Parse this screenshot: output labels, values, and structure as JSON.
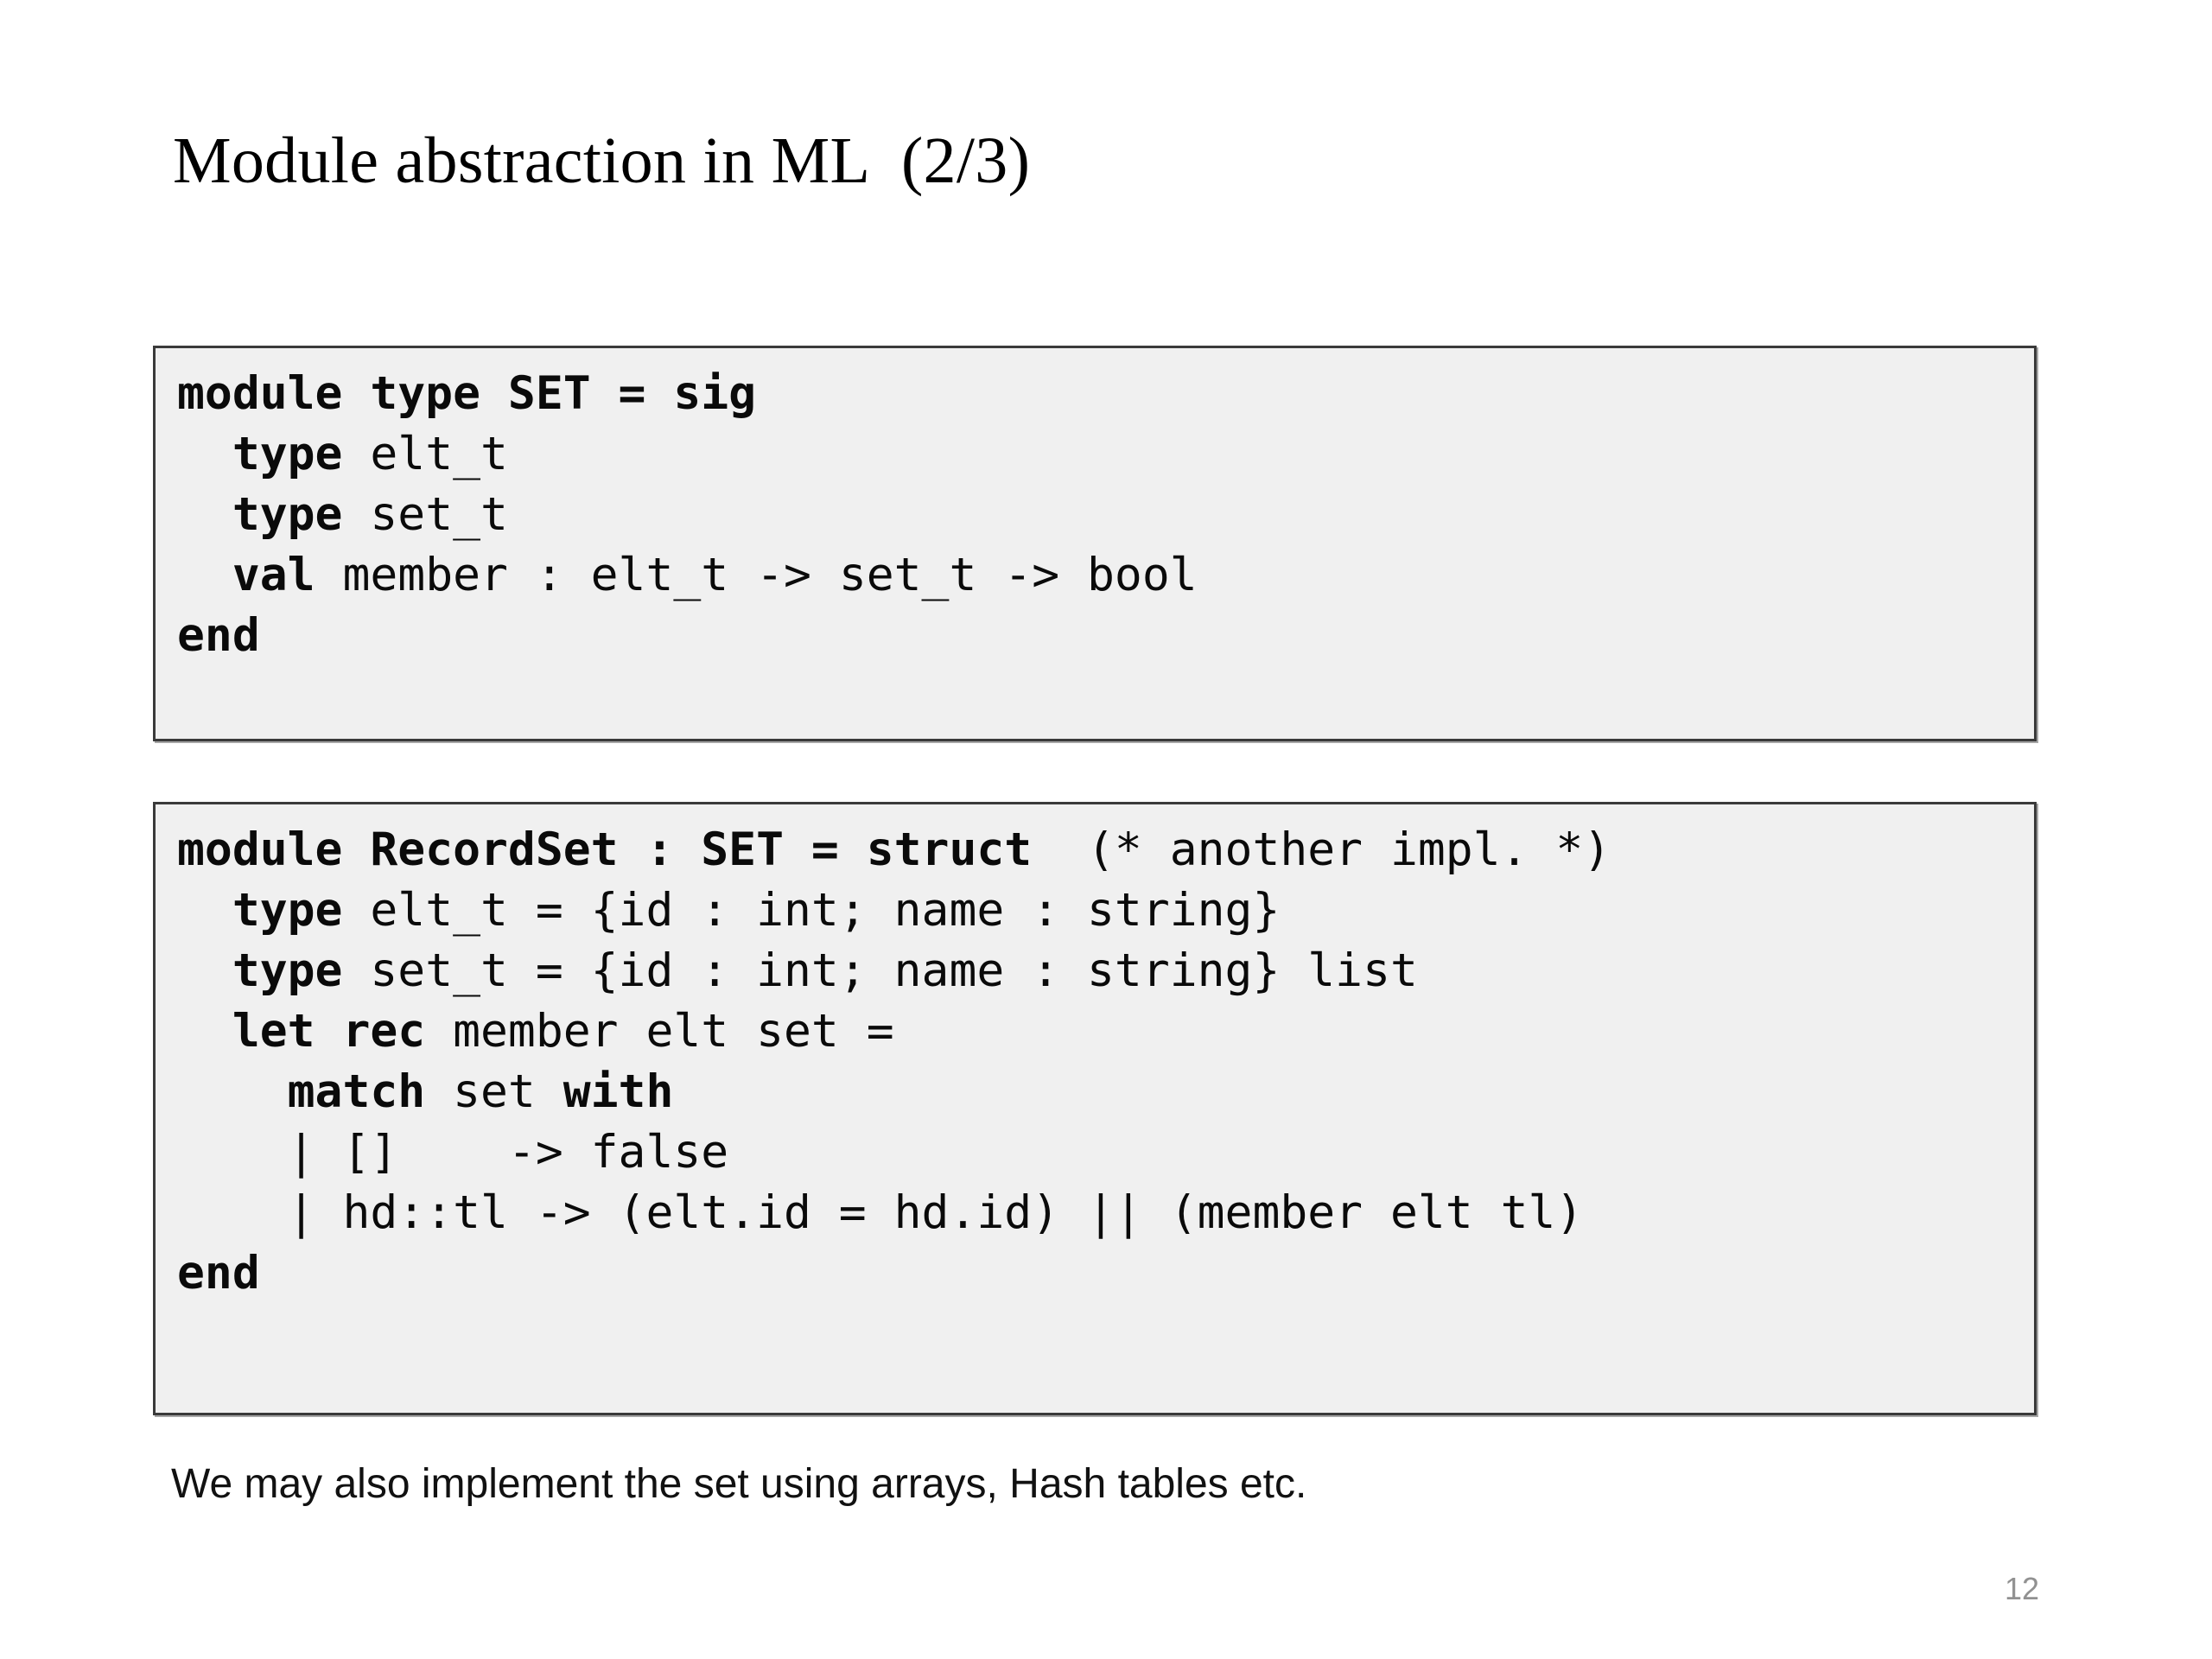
{
  "slide": {
    "title": "Module abstraction in ML  (2/3)",
    "caption": "We may also implement the set using arrays, Hash tables etc.",
    "page_number": "12",
    "colors": {
      "background": "#ffffff",
      "code_box_fill": "#f0f0f0",
      "code_box_border": "#3a3a3a",
      "text": "#000000",
      "page_number": "#919191"
    }
  },
  "code_blocks": [
    {
      "name": "signature-block",
      "lines": [
        [
          {
            "t": "module type SET = sig",
            "b": true
          }
        ],
        [
          {
            "t": "  ",
            "b": false
          },
          {
            "t": "type",
            "b": true
          },
          {
            "t": " elt_t",
            "b": false
          }
        ],
        [
          {
            "t": "  ",
            "b": false
          },
          {
            "t": "type",
            "b": true
          },
          {
            "t": " set_t",
            "b": false
          }
        ],
        [
          {
            "t": "  ",
            "b": false
          },
          {
            "t": "val",
            "b": true
          },
          {
            "t": " member : elt_t -> set_t -> bool",
            "b": false
          }
        ],
        [
          {
            "t": "end",
            "b": true
          }
        ]
      ]
    },
    {
      "name": "implementation-block",
      "lines": [
        [
          {
            "t": "module RecordSet : SET = struct",
            "b": true
          },
          {
            "t": "  (* another impl. *)",
            "b": false
          }
        ],
        [
          {
            "t": "  ",
            "b": false
          },
          {
            "t": "type",
            "b": true
          },
          {
            "t": " elt_t = {id : int; name : string}",
            "b": false
          }
        ],
        [
          {
            "t": "  ",
            "b": false
          },
          {
            "t": "type",
            "b": true
          },
          {
            "t": " set_t = {id : int; name : string} list",
            "b": false
          }
        ],
        [
          {
            "t": "  ",
            "b": false
          },
          {
            "t": "let rec",
            "b": true
          },
          {
            "t": " member elt set =",
            "b": false
          }
        ],
        [
          {
            "t": "    ",
            "b": false
          },
          {
            "t": "match",
            "b": true
          },
          {
            "t": " set ",
            "b": false
          },
          {
            "t": "with",
            "b": true
          }
        ],
        [
          {
            "t": "    | []    -> false",
            "b": false
          }
        ],
        [
          {
            "t": "    | hd::tl -> (elt.id = hd.id) || (member elt tl)",
            "b": false
          }
        ],
        [
          {
            "t": "end",
            "b": true
          }
        ]
      ]
    }
  ]
}
